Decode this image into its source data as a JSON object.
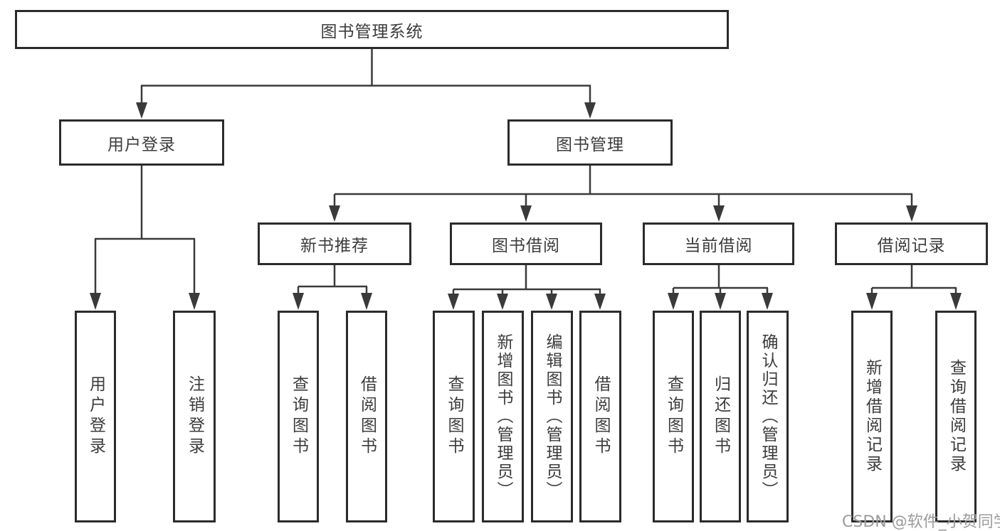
{
  "root": {
    "label": "图书管理系统"
  },
  "modules": {
    "user_login": {
      "label": "用户登录",
      "children": [
        "用户登录",
        "注销登录"
      ]
    },
    "book_management": {
      "label": "图书管理",
      "sections": [
        {
          "label": "新书推荐",
          "children": [
            "查询图书",
            "借阅图书"
          ]
        },
        {
          "label": "图书借阅",
          "children": [
            "查询图书",
            "新增图书（管理员）",
            "编辑图书（管理员）",
            "借阅图书"
          ]
        },
        {
          "label": "当前借阅",
          "children": [
            "查询图书",
            "归还图书",
            "确认归还（管理员）"
          ]
        },
        {
          "label": "借阅记录",
          "children": [
            "新增借阅记录",
            "查询借阅记录"
          ]
        }
      ]
    }
  },
  "watermark": "CSDN @软件_小贺同学",
  "colors": {
    "line": "#3a3a3a",
    "box_border": "#2b2b2b",
    "text": "#3c3c3c",
    "watermark": "#9b9b9b",
    "background": "#ffffff"
  }
}
